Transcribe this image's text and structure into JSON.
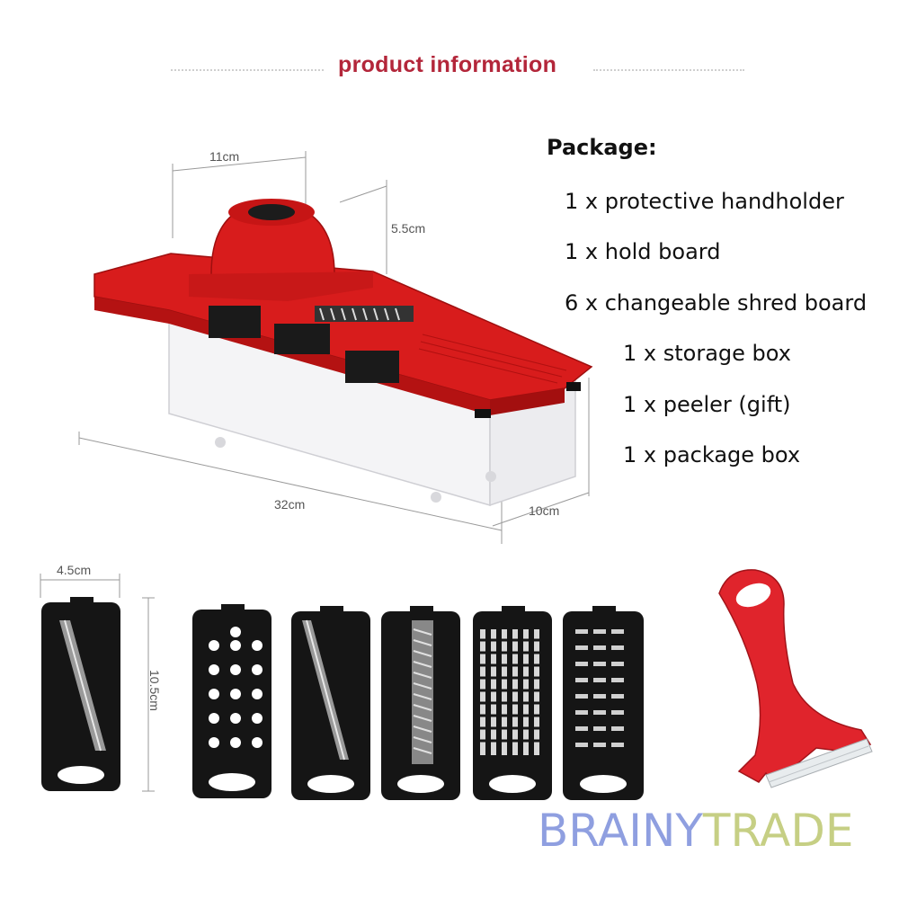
{
  "header": {
    "title": "product information"
  },
  "package": {
    "heading": "Package:",
    "items": [
      "1 x protective handholder",
      "1 x hold board",
      "6 x changeable shred board",
      "1 x storage box",
      "1 x peeler (gift)",
      "1 x package box"
    ]
  },
  "dimensions": {
    "width": "11cm",
    "height": "5.5cm",
    "length": "32cm",
    "depth": "10cm",
    "blade_width": "4.5cm",
    "blade_length": "10.5cm"
  },
  "watermark": {
    "part1": "BRAINY",
    "part2": "TRADE"
  },
  "colors": {
    "accent": "#b3263a",
    "product_red": "#d81c1c",
    "blade_black": "#151515"
  }
}
